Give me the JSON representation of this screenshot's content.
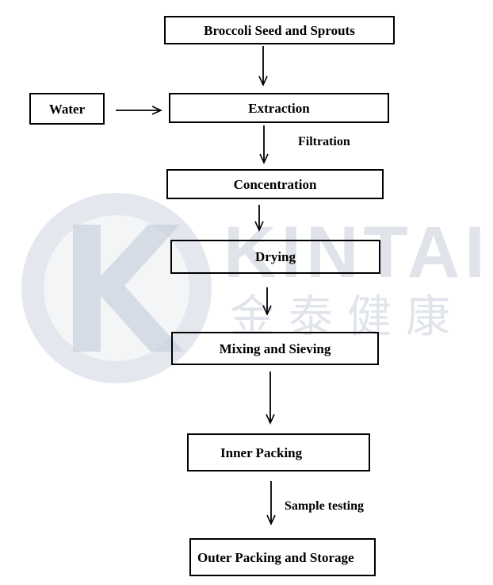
{
  "watermark": {
    "brand": "KINTAI",
    "chinese": "金泰健康",
    "color": "#c7ced9",
    "logo_color": "#c3ccda"
  },
  "flow": {
    "seed": "Broccoli Seed and Sprouts",
    "water": "Water",
    "extraction": "Extraction",
    "filtration": "Filtration",
    "concentration": "Concentration",
    "drying": "Drying",
    "mixing": "Mixing and Sieving",
    "inner_packing": "Inner Packing",
    "sample_testing": "Sample testing",
    "outer_packing": "Outer Packing and Storage"
  }
}
